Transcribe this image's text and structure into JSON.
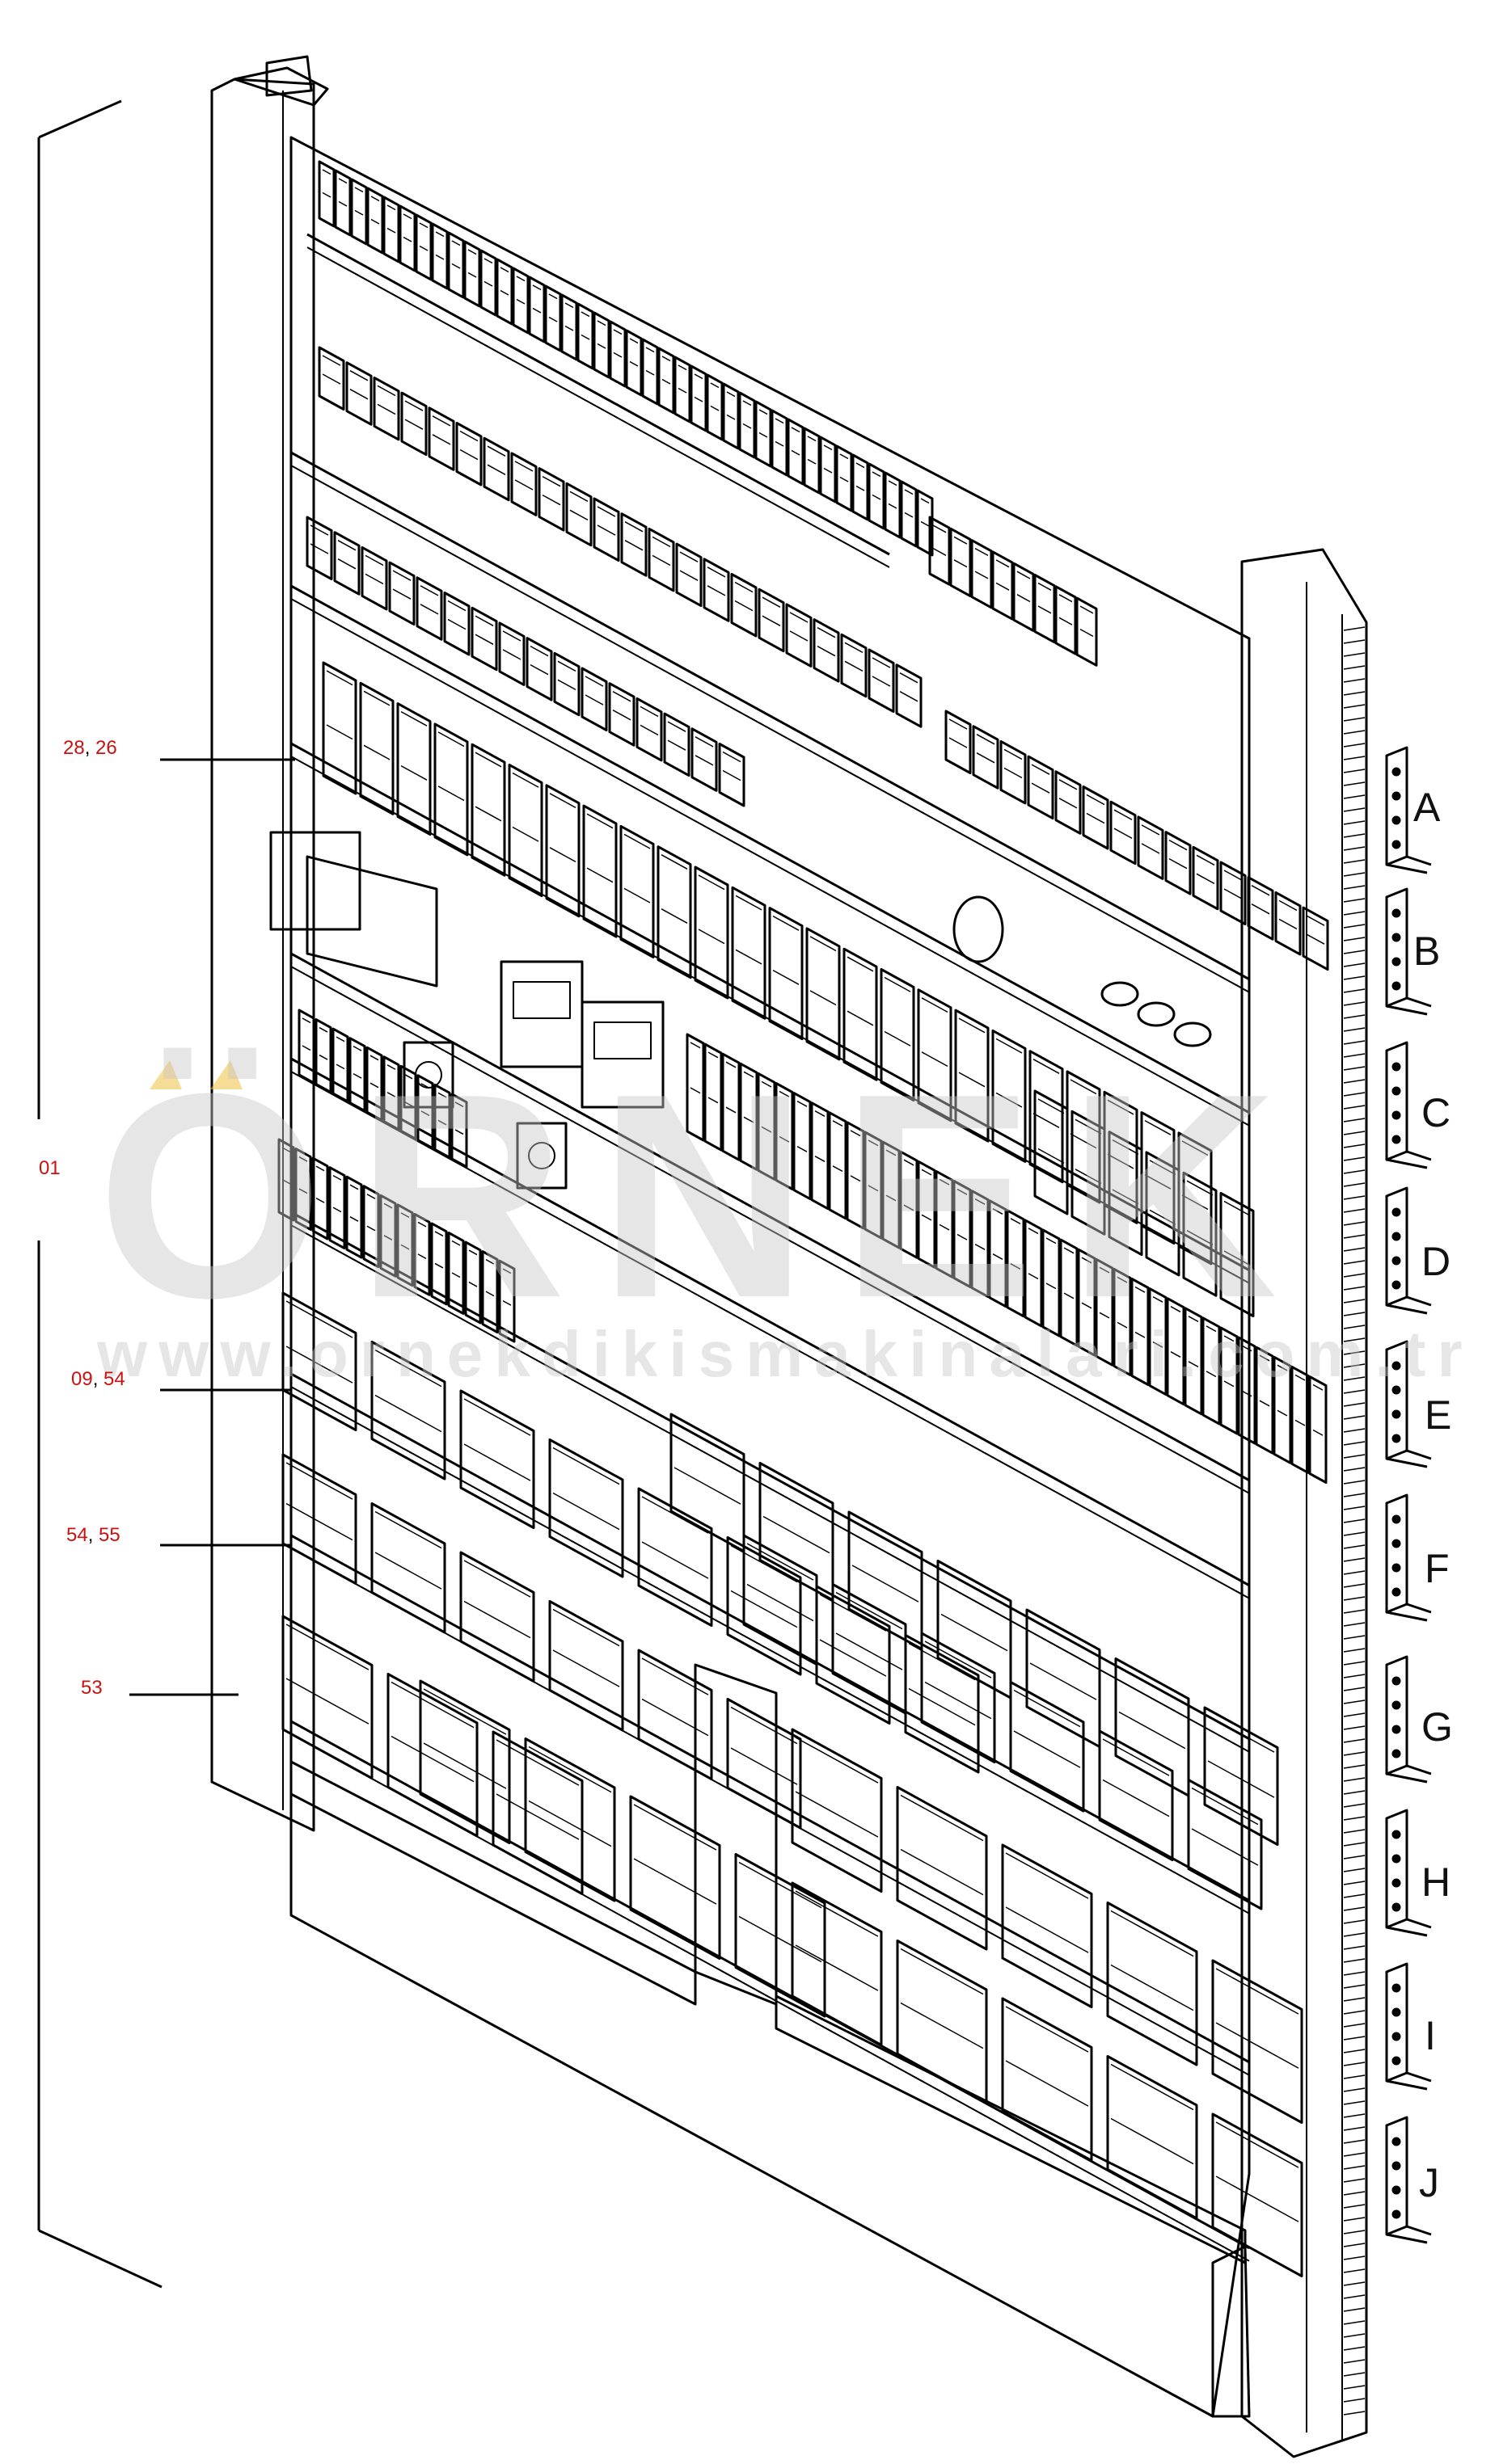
{
  "callouts": {
    "c1": {
      "a": "28",
      "b": "26"
    },
    "c2": {
      "a": "01"
    },
    "c3": {
      "a": "09",
      "b": "54"
    },
    "c4": {
      "a": "54",
      "b": "55"
    },
    "c5": {
      "a": "53"
    }
  },
  "comma": ",",
  "row_letters": [
    "A",
    "B",
    "C",
    "D",
    "E",
    "F",
    "G",
    "H",
    "I",
    "J"
  ],
  "watermark": {
    "main": "ÖRNEK",
    "url": "www.ornekdikismakinalari.com.tr"
  },
  "colors": {
    "line": "#000000",
    "callout": "#cc1111",
    "watermark": "#c8c8c8",
    "accent": "#f0c040"
  }
}
